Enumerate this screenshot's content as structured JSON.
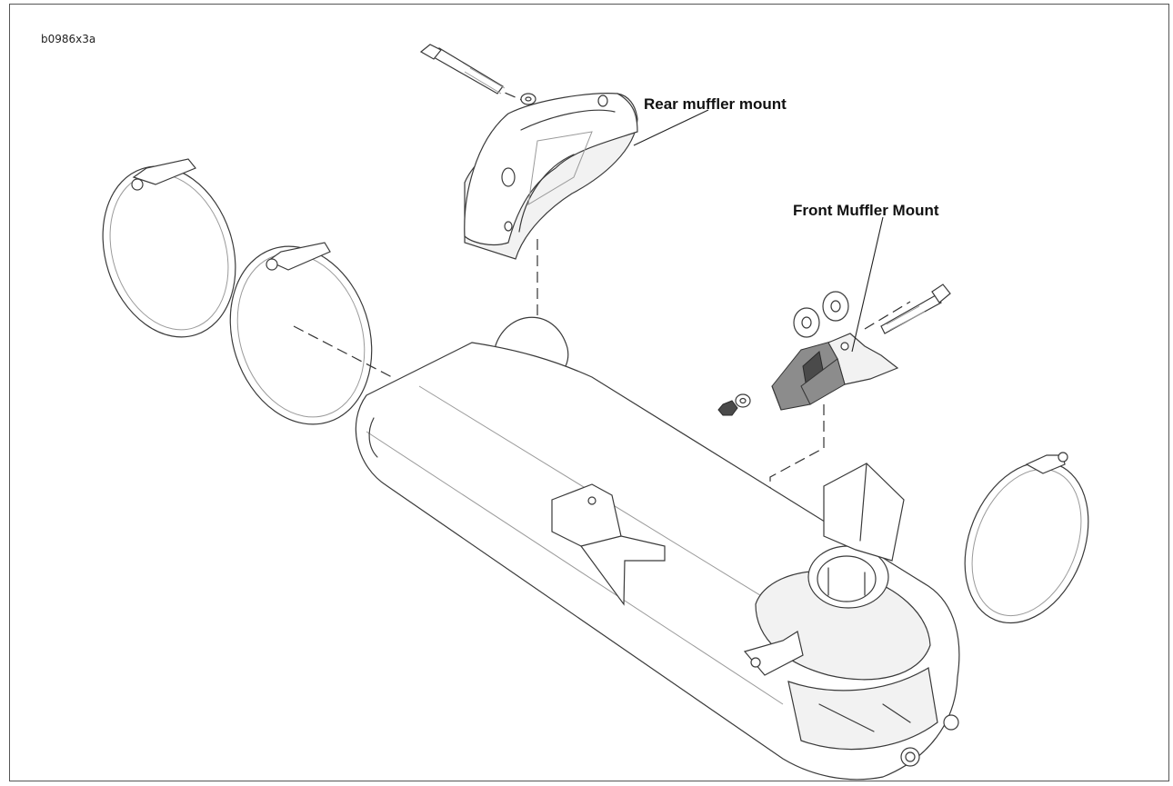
{
  "figure": {
    "reference_id": "b0986x3a",
    "callouts": {
      "rear_mount": "Rear muffler mount",
      "front_mount": "Front Muffler Mount"
    }
  },
  "colors": {
    "line": "#3a3a3a",
    "border": "#555555",
    "label": "#111111"
  }
}
